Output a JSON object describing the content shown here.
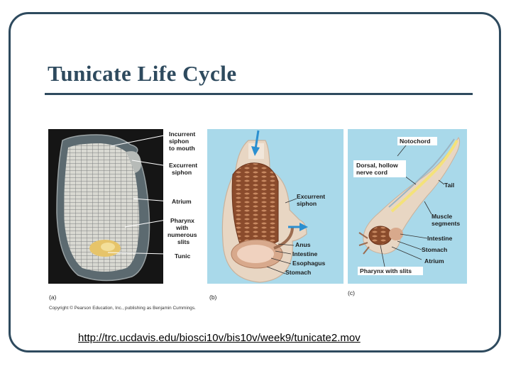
{
  "slide": {
    "title": "Tunicate Life Cycle",
    "link": "http://trc.ucdavis.edu/biosci10v/bis10v/week9/tunicate2.mov"
  },
  "figure": {
    "panel_a": {
      "tag": "(a)",
      "labels": {
        "incurrent": [
          "Incurrent",
          "siphon",
          "to mouth"
        ],
        "excurrent": [
          "Excurrent",
          "siphon"
        ],
        "atrium": "Atrium",
        "pharynx": [
          "Pharynx",
          "with",
          "numerous",
          "slits"
        ],
        "tunic": "Tunic"
      }
    },
    "panel_b": {
      "tag": "(b)",
      "labels": {
        "excurrent": [
          "Excurrent",
          "siphon"
        ],
        "anus": "Anus",
        "intestine": "Intestine",
        "esophagus": "Esophagus",
        "stomach": "Stomach"
      }
    },
    "panel_c": {
      "tag": "(c)",
      "labels": {
        "notochord": "Notochord",
        "nerve_cord": [
          "Dorsal, hollow",
          "nerve cord"
        ],
        "tail": "Tail",
        "muscle": [
          "Muscle",
          "segments"
        ],
        "intestine": "Intestine",
        "stomach": "Stomach",
        "atrium": "Atrium",
        "pharynx": "Pharynx with slits"
      }
    },
    "copyright": "Copyright © Pearson Education, Inc., publishing as Benjamin Cummings.",
    "colors": {
      "panel_bg": "#a9d9ea",
      "photo_bg": "#151515",
      "water_arrow": "#2b8fd0",
      "tunic_tan": "#e8d6c3",
      "pharynx_brown": "#8a4b2c",
      "notochord_yellow": "#f4e27a",
      "frame": "#2e4a5e"
    }
  }
}
